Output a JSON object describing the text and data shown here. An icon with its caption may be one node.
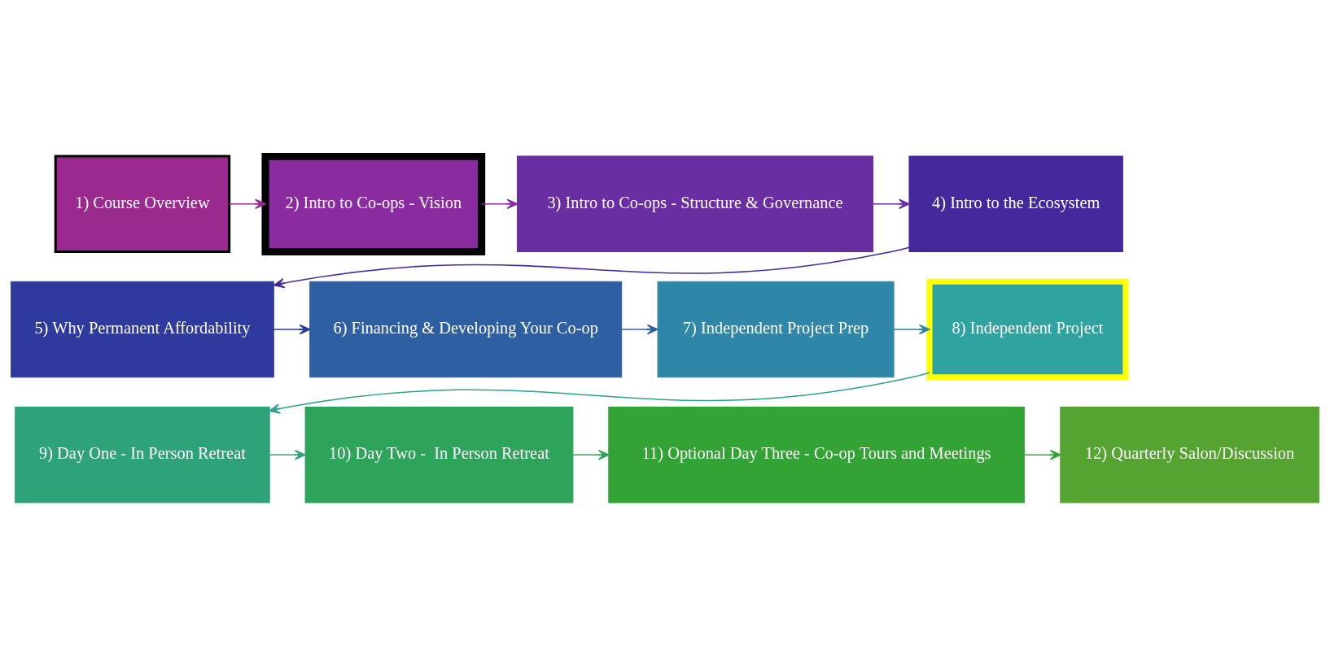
{
  "diagram": {
    "nodes": [
      {
        "text": [
          "1) Course Overview"
        ]
      },
      {
        "text": [
          "2) Intro to Co-ops - Vision"
        ]
      },
      {
        "text": [
          "3) Intro to Co-ops - Structure & Governance"
        ]
      },
      {
        "text": [
          "4) Intro to the Ecosystem"
        ]
      },
      {
        "text": [
          "5) Why Permanent Affordability"
        ]
      },
      {
        "text": [
          "6) Financing & Developing Your Co-op"
        ]
      },
      {
        "text": [
          "7) Independent Project Prep"
        ]
      },
      {
        "text": [
          "8) Independent Project"
        ]
      },
      {
        "text": [
          "9) Day One - In Person Retreat"
        ]
      },
      {
        "text": [
          "10) Day Two -  In Person Retreat"
        ]
      },
      {
        "text": [
          "11) Optional Day Three - Co-op Tours and Meetings"
        ]
      },
      {
        "text": [
          "12) Quarterly Salon/Discussion"
        ]
      }
    ],
    "edges": [
      {
        "from": 0,
        "to": 1,
        "arrow": "to",
        "color": "#9b2a8e"
      },
      {
        "from": 1,
        "to": 2,
        "arrow": "to",
        "color": "#8a2ba0"
      },
      {
        "from": 2,
        "to": 3,
        "arrow": "to",
        "color": "#6a2ea3"
      },
      {
        "from": 3,
        "to": 4,
        "arrow": "to",
        "color": "#43299c"
      },
      {
        "from": 4,
        "to": 5,
        "arrow": "to",
        "color": "#2e3a9e"
      },
      {
        "from": 5,
        "to": 6,
        "arrow": "to",
        "color": "#2e5fa3"
      },
      {
        "from": 6,
        "to": 7,
        "arrow": "to",
        "color": "#2e86a8"
      },
      {
        "from": 7,
        "to": 8,
        "arrow": "to",
        "color": "#2ea38a"
      },
      {
        "from": 8,
        "to": 9,
        "arrow": "to",
        "color": "#2ea37a"
      },
      {
        "from": 9,
        "to": 10,
        "arrow": "to",
        "color": "#2ea35a"
      },
      {
        "from": 10,
        "to": 11,
        "arrow": "to",
        "color": "#33a336"
      }
    ]
  }
}
